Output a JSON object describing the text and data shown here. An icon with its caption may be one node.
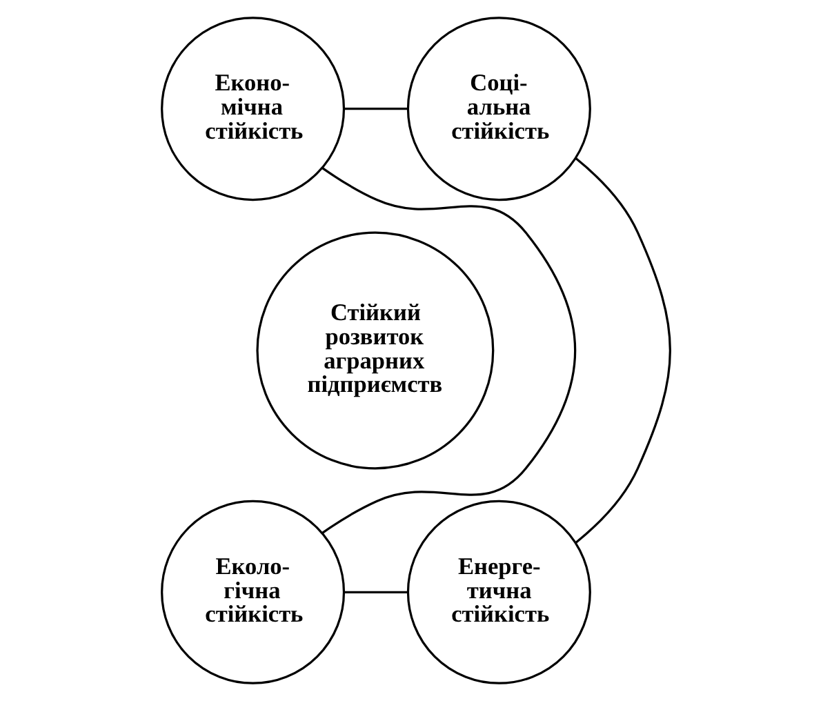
{
  "diagram": {
    "nodes": [
      {
        "text": [
          "Еконо- мічна стійкість"
        ]
      },
      {
        "text": [
          "Соці- альна стійкість"
        ]
      },
      {
        "text": [
          "Стійкий розвиток аграрних підприємств"
        ]
      },
      {
        "text": [
          "Еколо- гічна стійкість"
        ]
      },
      {
        "text": [
          "Енерге- тична стійкість"
        ]
      }
    ],
    "edges": [
      {
        "from": 0,
        "to": 1,
        "arrow": "none"
      },
      {
        "from": 1,
        "to": 4,
        "arrow": "none"
      },
      {
        "from": 4,
        "to": 3,
        "arrow": "none"
      },
      {
        "from": 3,
        "to": 0,
        "arrow": "none"
      }
    ]
  }
}
